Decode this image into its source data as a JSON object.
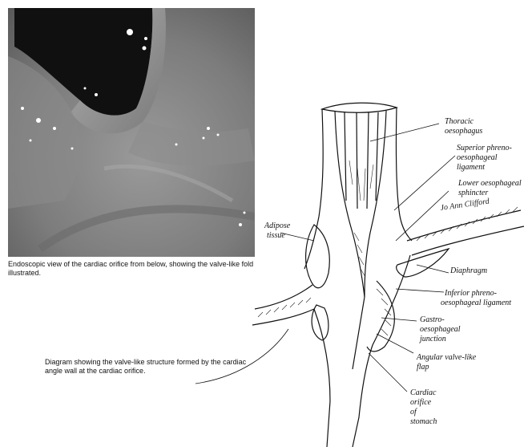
{
  "photo": {
    "caption": "Endoscopic view of the cardiac orifice from below, showing the valve-like fold illustrated."
  },
  "diagram": {
    "caption": "Diagram showing the valve-like structure formed by the cardiac angle wall at the cardiac orifice.",
    "signature": "Jo Ann Clifford",
    "labels": {
      "thoracic_1": "Thoracic",
      "thoracic_2": "oesophagus",
      "sup_1": "Superior phreno-",
      "sup_2": "oesophageal",
      "sup_3": "ligament",
      "les_1": "Lower oesophageal",
      "les_2": "sphincter",
      "adipose_1": "Adipose",
      "adipose_2": "tissue",
      "diaphragm": "Diaphragm",
      "inf_1": "Inferior phreno-",
      "inf_2": "oesophageal ligament",
      "gej_1": "Gastro-",
      "gej_2": "oesophageal",
      "gej_3": "junction",
      "ang_1": "Angular valve-like",
      "ang_2": "flap",
      "card_1": "Cardiac",
      "card_2": "orifice",
      "card_3": "of",
      "card_4": "stomach"
    }
  }
}
